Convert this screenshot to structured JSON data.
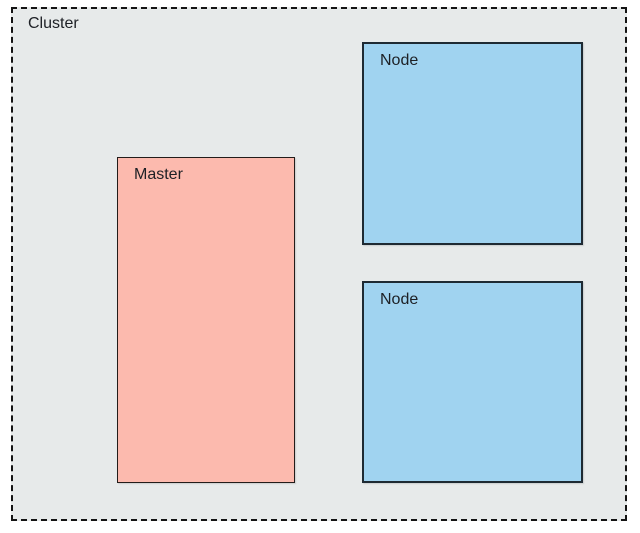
{
  "diagram": {
    "cluster": {
      "label": "Cluster",
      "fill": "#E7EAEA",
      "border_color": "#141414",
      "border_style": "dashed"
    },
    "boxes": [
      {
        "id": "master",
        "label": "Master",
        "fill": "#FCBAAE",
        "border_color": "#231C1A"
      },
      {
        "id": "node-1",
        "label": "Node",
        "fill": "#A0D3F0",
        "border_color": "#1E2A33"
      },
      {
        "id": "node-2",
        "label": "Node",
        "fill": "#A0D3F0",
        "border_color": "#1E2A33"
      }
    ],
    "text_color": "#1D2025"
  }
}
